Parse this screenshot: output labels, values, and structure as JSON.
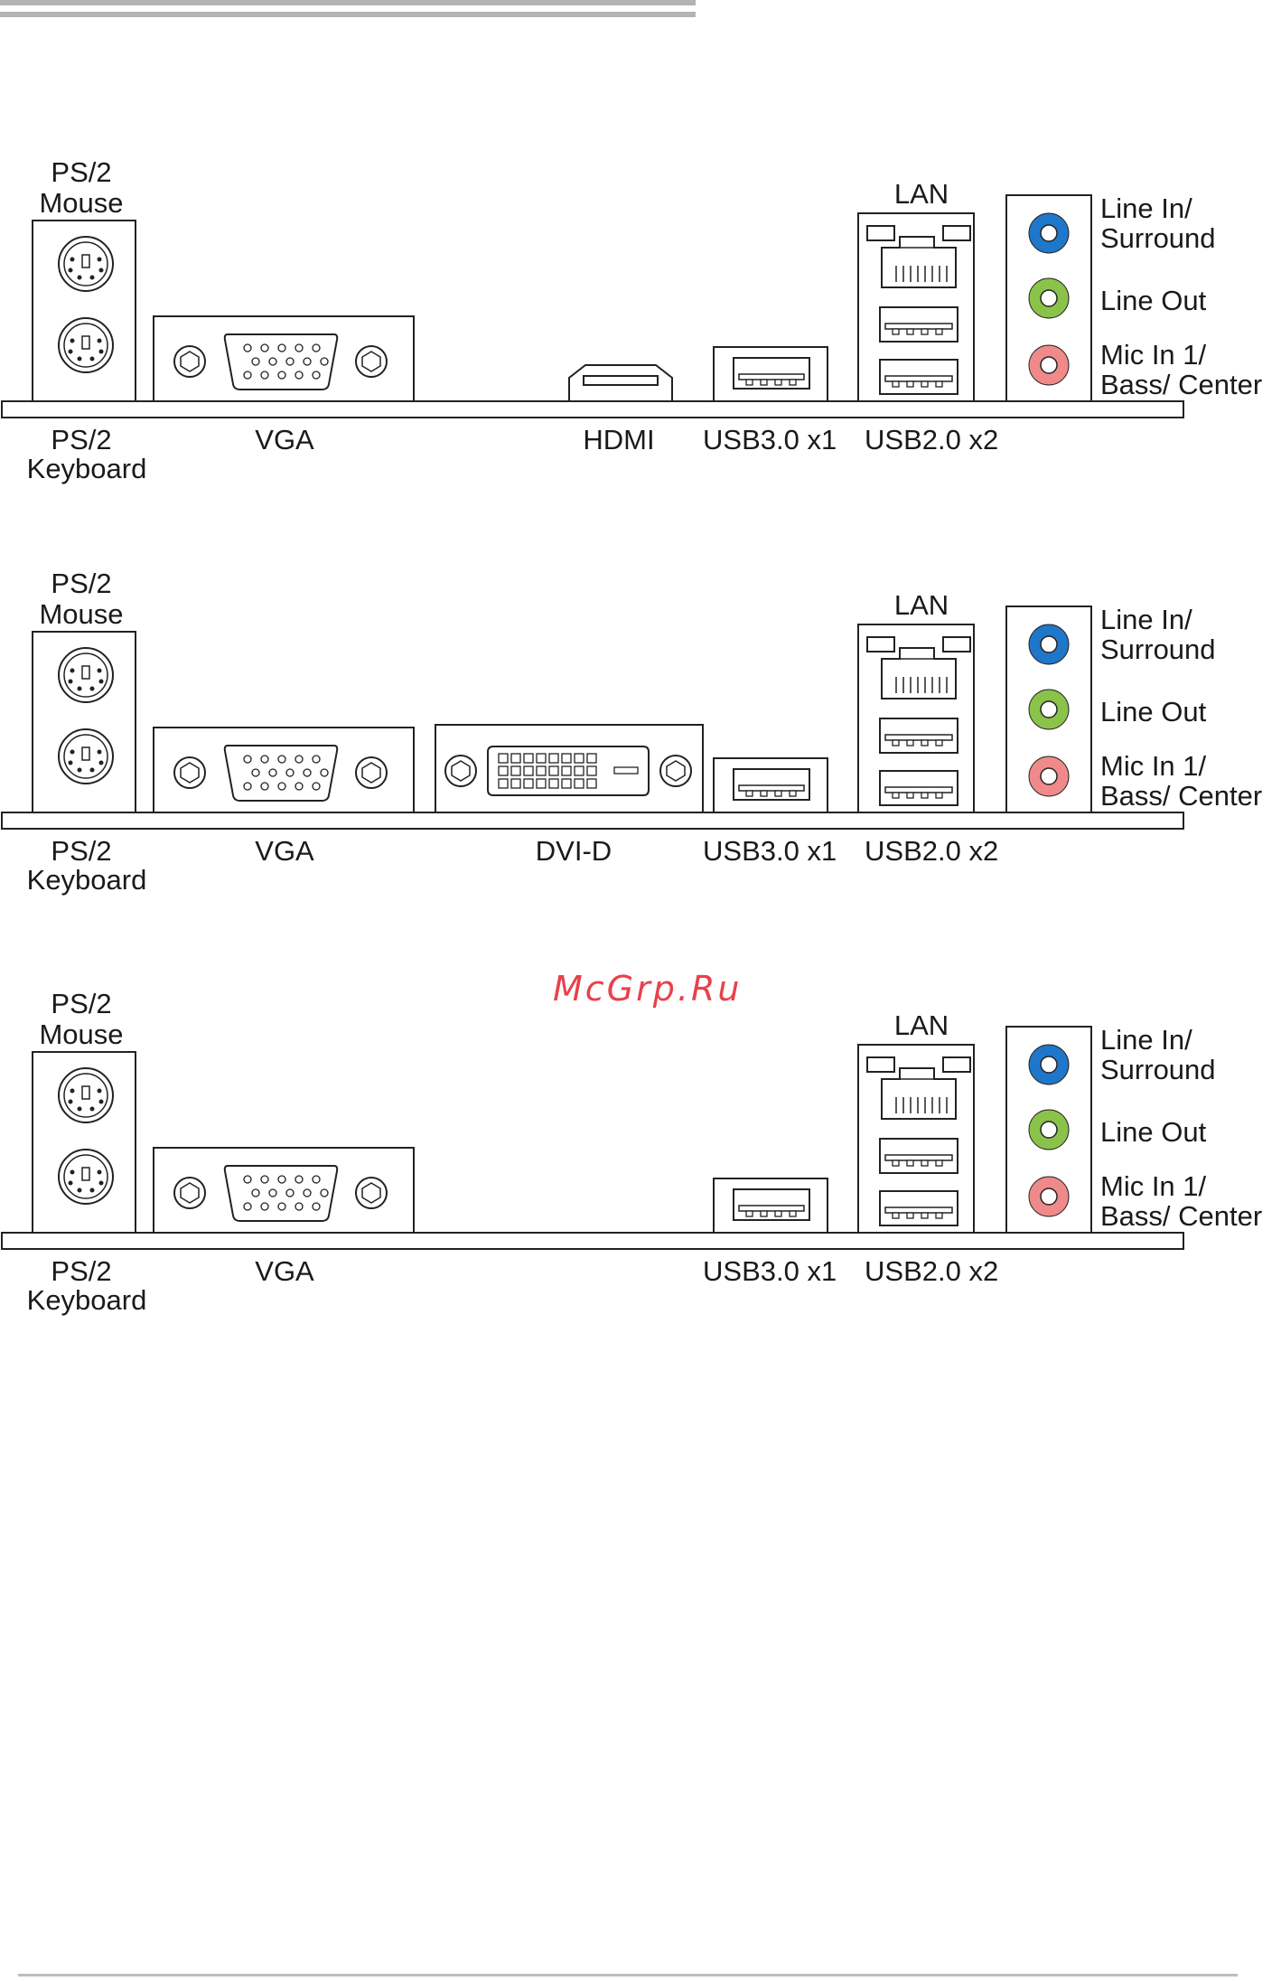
{
  "watermark": "McGrp.Ru",
  "labels": {
    "ps2": "PS/2",
    "mouse": "Mouse",
    "keyboard": "Keyboard",
    "vga": "VGA",
    "hdmi": "HDMI",
    "dvi": "DVI-D",
    "usb3": "USB3.0 x1",
    "usb2": "USB2.0 x2",
    "lan": "LAN",
    "line_in": "Line In/",
    "surround": "Surround",
    "line_out": "Line Out",
    "mic_in": "Mic In 1/",
    "bass_center": "Bass/ Center"
  },
  "colors": {
    "line_in": "#1f77c9",
    "line_out": "#8bc34a",
    "mic_in": "#f08a8a"
  }
}
